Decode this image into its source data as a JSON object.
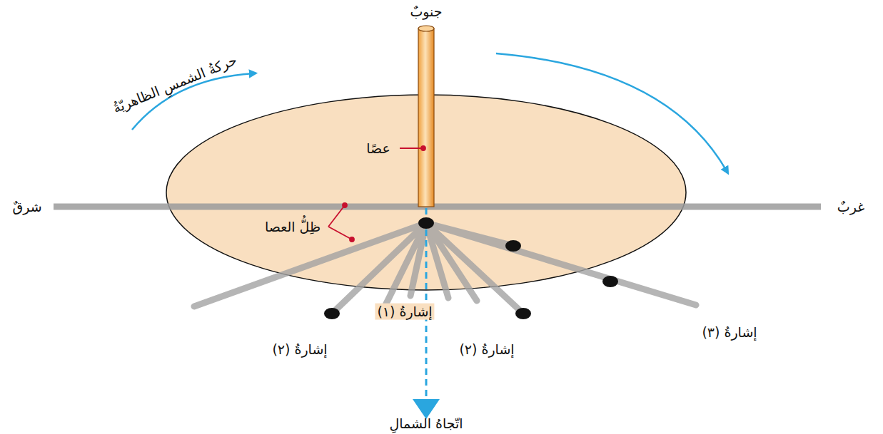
{
  "diagram": {
    "labels": [
      "جنوبٌ",
      "حركةُ الشمسِ الظاهريّةُ",
      "عصًا",
      "شرقٌ",
      "غربٌ",
      "ظِلُّ العصا",
      "إشارةُ (١)",
      "إشارةُ (٢)",
      "إشارةُ (٢)",
      "إشارةُ (٣)",
      "اتّجاهُ الشمالِ"
    ]
  }
}
